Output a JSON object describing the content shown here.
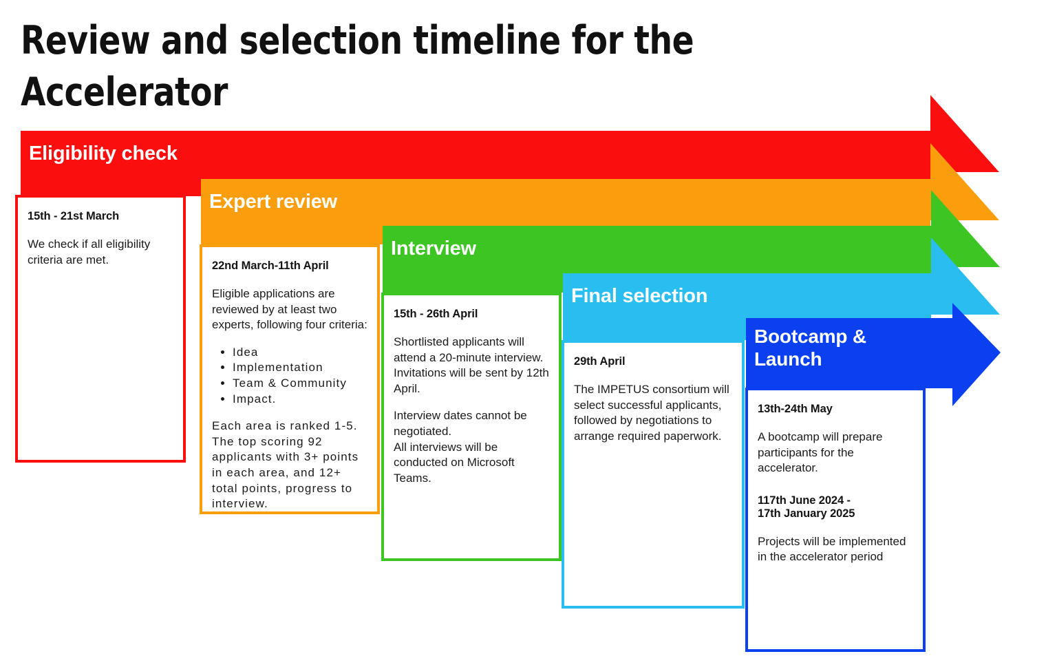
{
  "title": "Review and selection timeline for the Accelerator",
  "colors": {
    "red": "#FA0E0E",
    "orange": "#FA9E0E",
    "green": "#3DC523",
    "cyan": "#29BDF0",
    "blue": "#0B40F0",
    "title_text": "#111111",
    "band_text": "#FFFFFF",
    "body_text": "#1B1B1B",
    "background": "#FFFFFF"
  },
  "stages": [
    {
      "key": "eligibility",
      "band_label": "Eligibility check",
      "color": "#FA0E0E",
      "date": "15th - 21st March",
      "paragraphs": [
        "We check if all eligibility criteria are met."
      ],
      "bullets": [],
      "extra_date": "",
      "extra_paragraphs": []
    },
    {
      "key": "expert-review",
      "band_label": "Expert review",
      "color": "#FA9E0E",
      "date": "22nd March-11th April",
      "paragraphs": [
        "Eligible applications are reviewed by at least two experts, following four criteria:"
      ],
      "bullets": [
        "Idea",
        "Implementation",
        "Team & Community",
        "Impact."
      ],
      "paragraphs_after": [
        "Each area is ranked 1-5. The top scoring 92 applicants with 3+ points in each area, and 12+ total points, progress to interview."
      ],
      "extra_date": "",
      "extra_paragraphs": []
    },
    {
      "key": "interview",
      "band_label": "Interview",
      "color": "#3DC523",
      "date": "15th - 26th April",
      "paragraphs": [
        "Shortlisted applicants will attend a 20-minute interview. Invitations will be sent by 12th April.",
        "Interview dates cannot be negotiated.\nAll interviews will be conducted on Microsoft Teams."
      ],
      "bullets": [],
      "extra_date": "",
      "extra_paragraphs": []
    },
    {
      "key": "final-selection",
      "band_label": "Final selection",
      "color": "#29BDF0",
      "date": "29th April",
      "paragraphs": [
        "The IMPETUS consortium will select successful applicants, followed by negotiations to arrange required paperwork."
      ],
      "bullets": [],
      "extra_date": "",
      "extra_paragraphs": []
    },
    {
      "key": "bootcamp-launch",
      "band_label": "Bootcamp &\nLaunch",
      "color": "#0B40F0",
      "date": "13th-24th May",
      "paragraphs": [
        "A bootcamp will prepare participants for the accelerator."
      ],
      "bullets": [],
      "extra_date": "117th June 2024 -\n17th January 2025",
      "extra_paragraphs": [
        "Projects will be implemented in the accelerator period"
      ]
    }
  ]
}
